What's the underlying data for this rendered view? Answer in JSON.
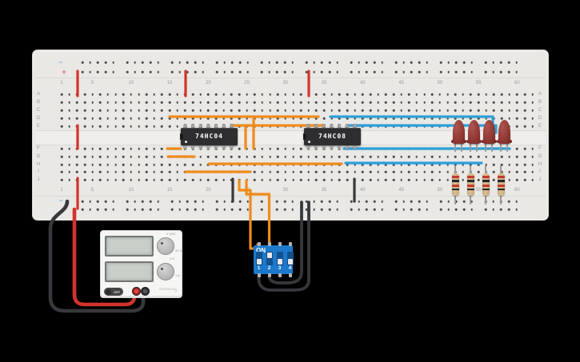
{
  "colors": {
    "wire_orange": "#ef8c1a",
    "wire_red": "#d2342c",
    "wire_blue": "#2d9fd8",
    "wire_black": "#36383b",
    "board": "#e9e8e5",
    "ic_body": "#2e2e30",
    "dip_body": "#1c79cc",
    "led_body": "#8e3734",
    "resistor_body": "#d9bd92",
    "psu_body": "#f5f5f3"
  },
  "breadboard": {
    "row_labels_top": [
      "A",
      "B",
      "C",
      "D",
      "E"
    ],
    "row_labels_bottom": [
      "F",
      "G",
      "H",
      "I",
      "J"
    ],
    "column_labels": [
      "1",
      "5",
      "10",
      "15",
      "20",
      "25",
      "30",
      "35",
      "40",
      "45",
      "50",
      "55",
      "60"
    ],
    "negative_symbol": "−",
    "positive_symbol": "+"
  },
  "ics": [
    {
      "label": "74HC04"
    },
    {
      "label": "74HC08"
    }
  ],
  "dip_switch": {
    "on_label": "ON",
    "positions": [
      "1",
      "2",
      "3",
      "4"
    ],
    "states": [
      "down",
      "up",
      "down",
      "down"
    ]
  },
  "power_supply": {
    "off_label": "OFF",
    "brand_line1": "VOLTAGE",
    "brand_line2": "SUPPLY",
    "bolt_icon": "ϟ",
    "voltage_knob": {
      "top_label": "0 VDC",
      "min_label": "0",
      "max_label": "30 V"
    },
    "current_knob": {
      "top_label": "0 A",
      "min_label": "0",
      "max_label": "1 A"
    }
  },
  "leds": [
    {
      "color": "red"
    },
    {
      "color": "red"
    },
    {
      "color": "red"
    },
    {
      "color": "red"
    }
  ],
  "resistors": [
    {
      "bands": [
        "red",
        "black",
        "red",
        "black"
      ]
    },
    {
      "bands": [
        "red",
        "black",
        "red",
        "black"
      ]
    },
    {
      "bands": [
        "red",
        "black",
        "red",
        "black"
      ]
    },
    {
      "bands": [
        "red",
        "black",
        "red",
        "black"
      ]
    }
  ]
}
